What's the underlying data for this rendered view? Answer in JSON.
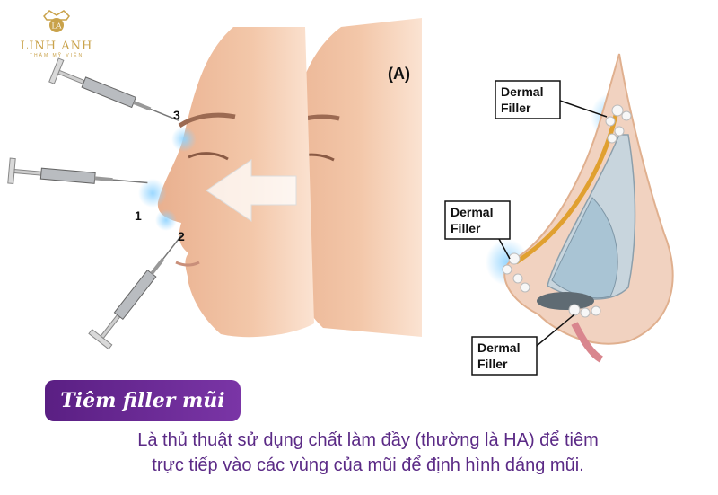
{
  "logo": {
    "name": "LINH ANH",
    "tagline": "THẨM MỸ VIỆN",
    "monogram": "LA"
  },
  "left_panel": {
    "injection_labels": [
      "3",
      "1",
      "2"
    ],
    "panel_label": "(A)"
  },
  "right_panel": {
    "callouts": [
      {
        "line1": "Dermal",
        "line2": "Filler"
      },
      {
        "line1": "Dermal",
        "line2": "Filler"
      },
      {
        "line1": "Dermal",
        "line2": "Filler"
      }
    ]
  },
  "title": "Tiêm filler mũi",
  "description": {
    "line1": "Là thủ thuật sử dụng chất làm đầy (thường là HA) để tiêm",
    "line2": "trực tiếp vào các vùng của mũi để định hình dáng mũi."
  },
  "colors": {
    "accent_purple": "#5a1f83",
    "text_purple": "#5b2a86",
    "logo_gold": "#c9a24a",
    "skin": "#f2c3a4",
    "highlight_blue": "#8fd3ff"
  }
}
